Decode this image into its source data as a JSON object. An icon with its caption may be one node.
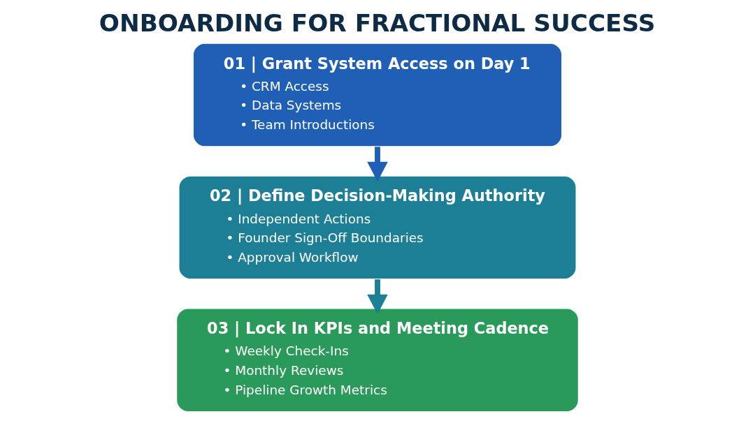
{
  "diagram": {
    "title": "ONBOARDING FOR FRACTIONAL SUCCESS",
    "nodes": [
      {
        "text": [
          "01 | Grant System Access on Day 1",
          "• CRM Access",
          "• Data Systems",
          "• Team Introductions"
        ]
      },
      {
        "text": [
          "02 | Define Decision-Making Authority",
          "• Independent Actions",
          "• Founder Sign-Off Boundaries",
          "• Approval Workflow"
        ]
      },
      {
        "text": [
          "03 | Lock In KPIs and Meeting Cadence",
          "• Weekly Check-Ins",
          "• Monthly Reviews",
          "• Pipeline Growth Metrics"
        ]
      }
    ],
    "edges": [
      {
        "from": 0,
        "to": 1,
        "arrow": "to"
      },
      {
        "from": 1,
        "to": 2,
        "arrow": "to"
      }
    ]
  }
}
